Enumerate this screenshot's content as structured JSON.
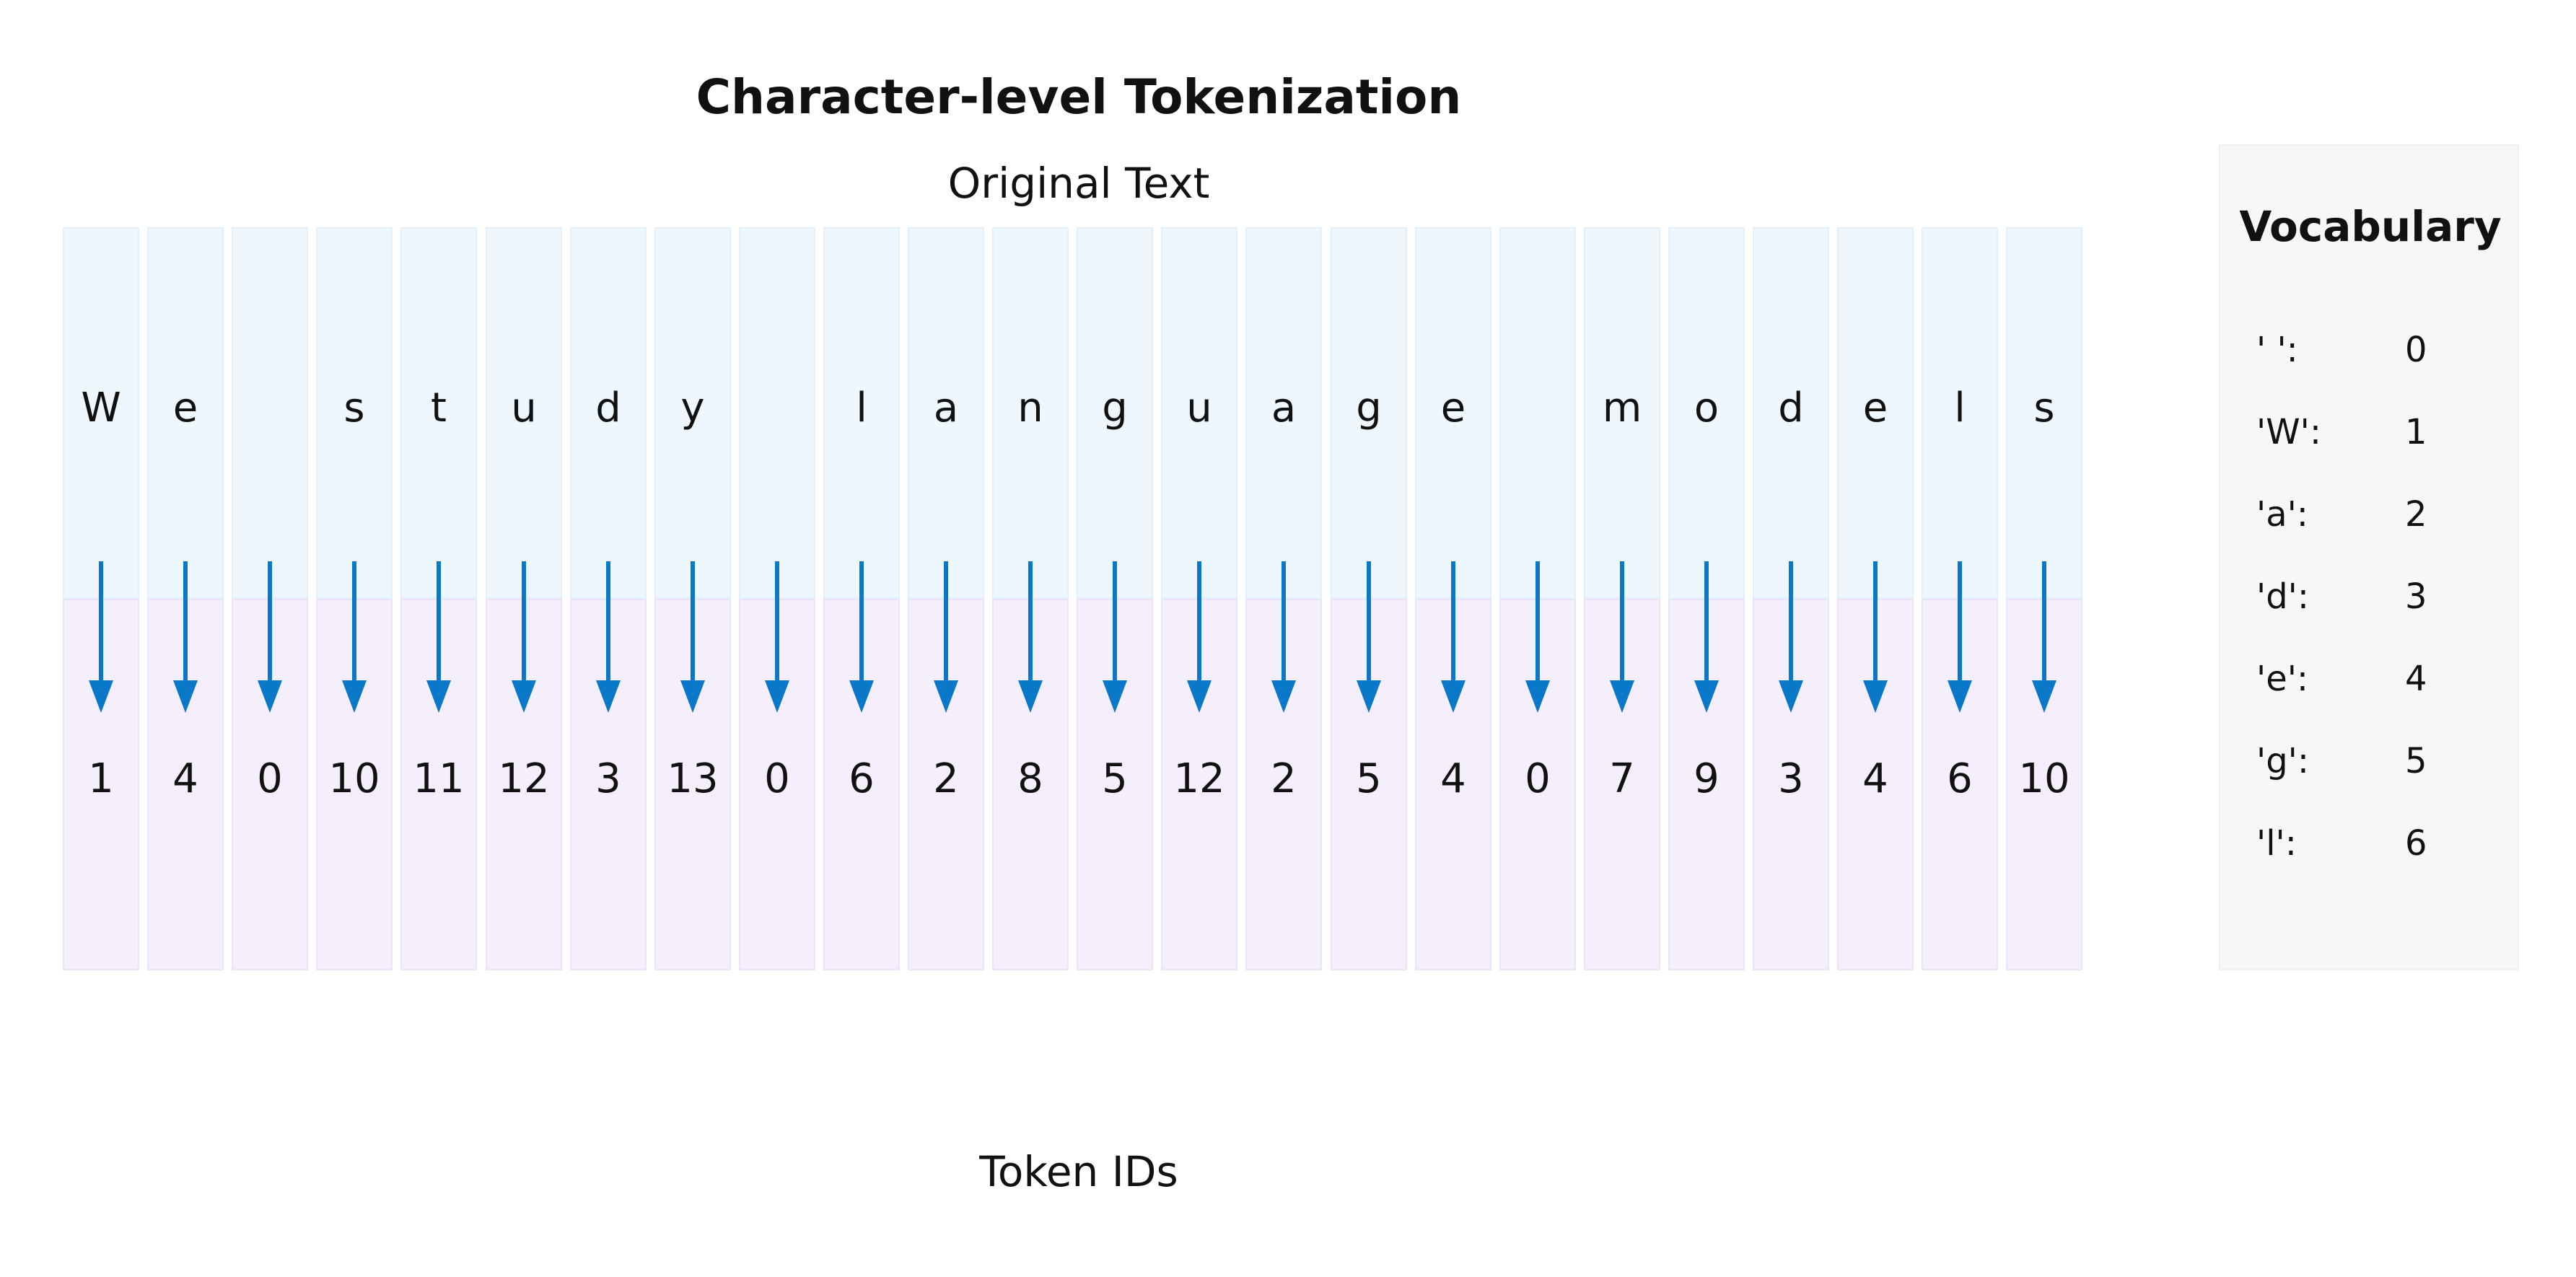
{
  "title": "Character-level Tokenization",
  "top_label": "Original Text",
  "bottom_label": "Token IDs",
  "arrow_color": "#0a78c8",
  "tokens": [
    {
      "char": "W",
      "id": "1"
    },
    {
      "char": "e",
      "id": "4"
    },
    {
      "char": " ",
      "id": "0"
    },
    {
      "char": "s",
      "id": "10"
    },
    {
      "char": "t",
      "id": "11"
    },
    {
      "char": "u",
      "id": "12"
    },
    {
      "char": "d",
      "id": "3"
    },
    {
      "char": "y",
      "id": "13"
    },
    {
      "char": " ",
      "id": "0"
    },
    {
      "char": "l",
      "id": "6"
    },
    {
      "char": "a",
      "id": "2"
    },
    {
      "char": "n",
      "id": "8"
    },
    {
      "char": "g",
      "id": "5"
    },
    {
      "char": "u",
      "id": "12"
    },
    {
      "char": "a",
      "id": "2"
    },
    {
      "char": "g",
      "id": "5"
    },
    {
      "char": "e",
      "id": "4"
    },
    {
      "char": " ",
      "id": "0"
    },
    {
      "char": "m",
      "id": "7"
    },
    {
      "char": "o",
      "id": "9"
    },
    {
      "char": "d",
      "id": "3"
    },
    {
      "char": "e",
      "id": "4"
    },
    {
      "char": "l",
      "id": "6"
    },
    {
      "char": "s",
      "id": "10"
    }
  ],
  "vocabulary": {
    "title": "Vocabulary",
    "entries": [
      {
        "key": "' ':",
        "value": "0"
      },
      {
        "key": "'W':",
        "value": "1"
      },
      {
        "key": "'a':",
        "value": "2"
      },
      {
        "key": "'d':",
        "value": "3"
      },
      {
        "key": "'e':",
        "value": "4"
      },
      {
        "key": "'g':",
        "value": "5"
      },
      {
        "key": "'l':",
        "value": "6"
      }
    ]
  }
}
